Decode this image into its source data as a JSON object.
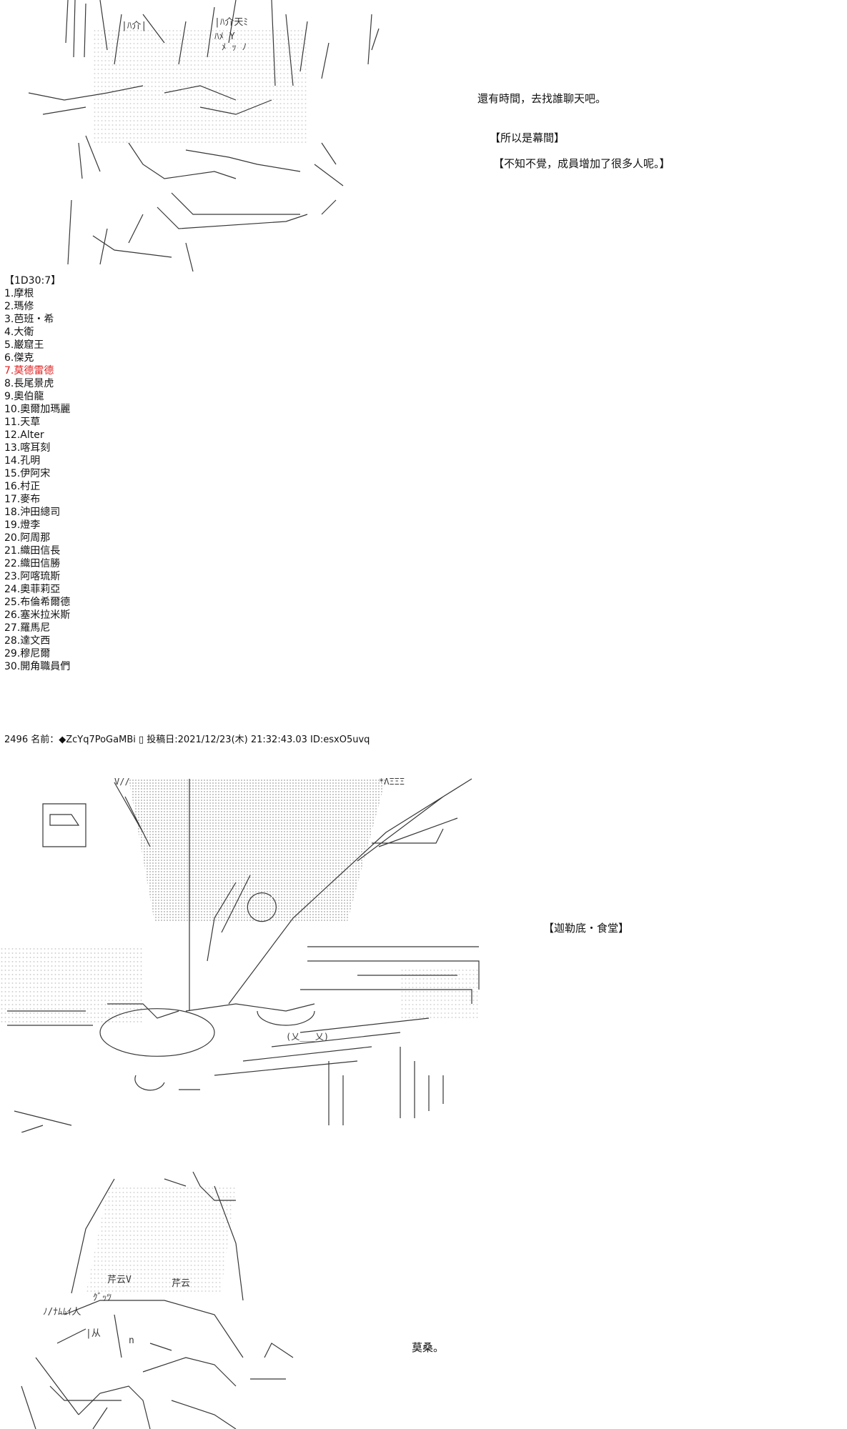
{
  "narration": {
    "line1": "還有時間，去找誰聊天吧。",
    "line2": "【所以是幕間】",
    "line3": "【不知不覺，成員增加了很多人呢。】"
  },
  "roll": {
    "header": "【1D30:7】",
    "highlight_index": 6,
    "highlight_color": "#e02020",
    "items": [
      "1.摩根",
      "2.瑪修",
      "3.芭班・希",
      "4.大衛",
      "5.巌窟王",
      "6.傑克",
      "7.莫德雷德",
      "8.長尾景虎",
      "9.奧伯龍",
      "10.奧爾加瑪麗",
      "11.天草",
      "12.Alter",
      "13.喀耳刻",
      "14.孔明",
      "15.伊阿宋",
      "16.村正",
      "17.麥布",
      "18.沖田總司",
      "19.燈李",
      "20.阿周那",
      "21.織田信長",
      "22.織田信勝",
      "23.阿喀琉斯",
      "24.奧菲莉亞",
      "25.布倫希爾德",
      "26.塞米拉米斯",
      "27.羅馬尼",
      "28.達文西",
      "29.穆尼爾",
      "30.開角職員們"
    ]
  },
  "post": {
    "header": "2496 名前：◆ZcYq7PoGaMBi ▯ 投稿日:2021/12/23(木) 21:32:43.03 ID:esxO5uvq"
  },
  "scene": {
    "location": "【迦勒底・食堂】",
    "speech": "莫桑。"
  },
  "art": {
    "top": "ascii-art-character-top",
    "middle": "ascii-art-cafeteria",
    "bottom": "ascii-art-character-bottom"
  }
}
